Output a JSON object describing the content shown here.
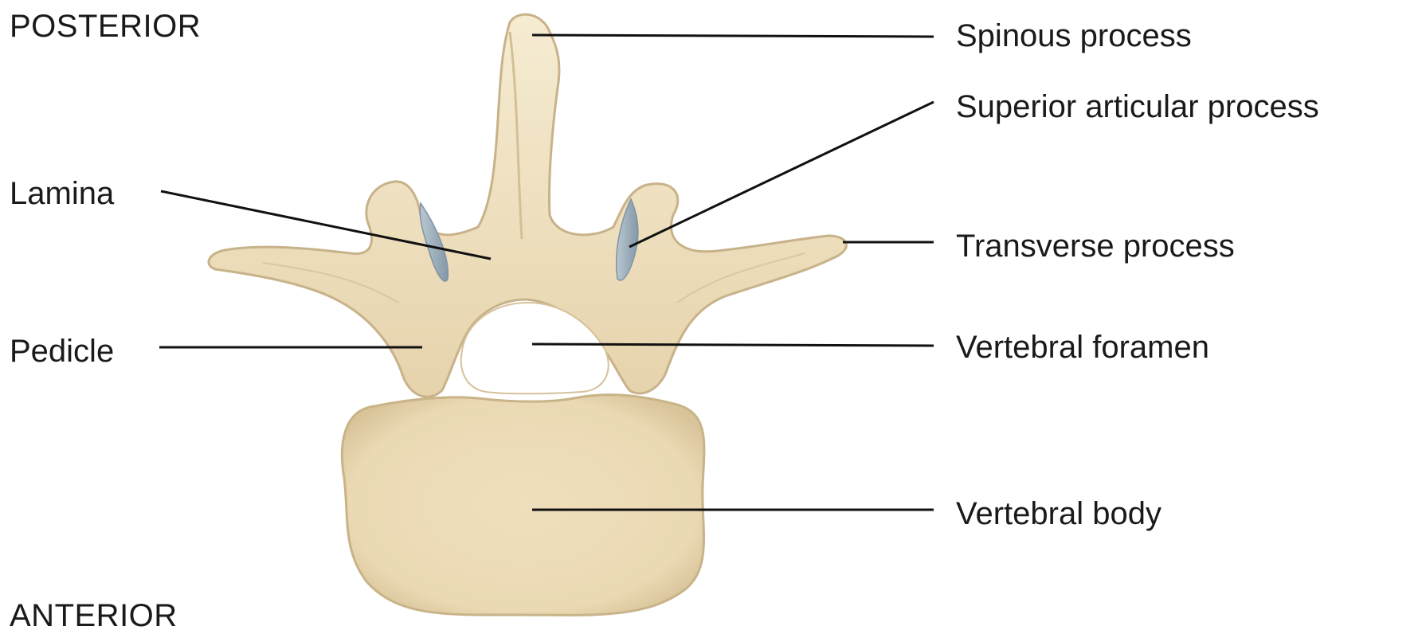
{
  "orientation": {
    "top": "POSTERIOR",
    "bottom": "ANTERIOR"
  },
  "labels": {
    "spinous_process": "Spinous process",
    "superior_articular_process": "Superior articular process",
    "lamina": "Lamina",
    "transverse_process": "Transverse process",
    "pedicle": "Pedicle",
    "vertebral_foramen": "Vertebral foramen",
    "vertebral_body": "Vertebral body"
  },
  "colors": {
    "bone": "#efe2c2",
    "bone_shadow": "#d9c7a0",
    "bone_outline": "#c8b28a",
    "articular_facet": "#9fb0bd",
    "leader_line": "#111111",
    "text": "#1a1a1a"
  }
}
